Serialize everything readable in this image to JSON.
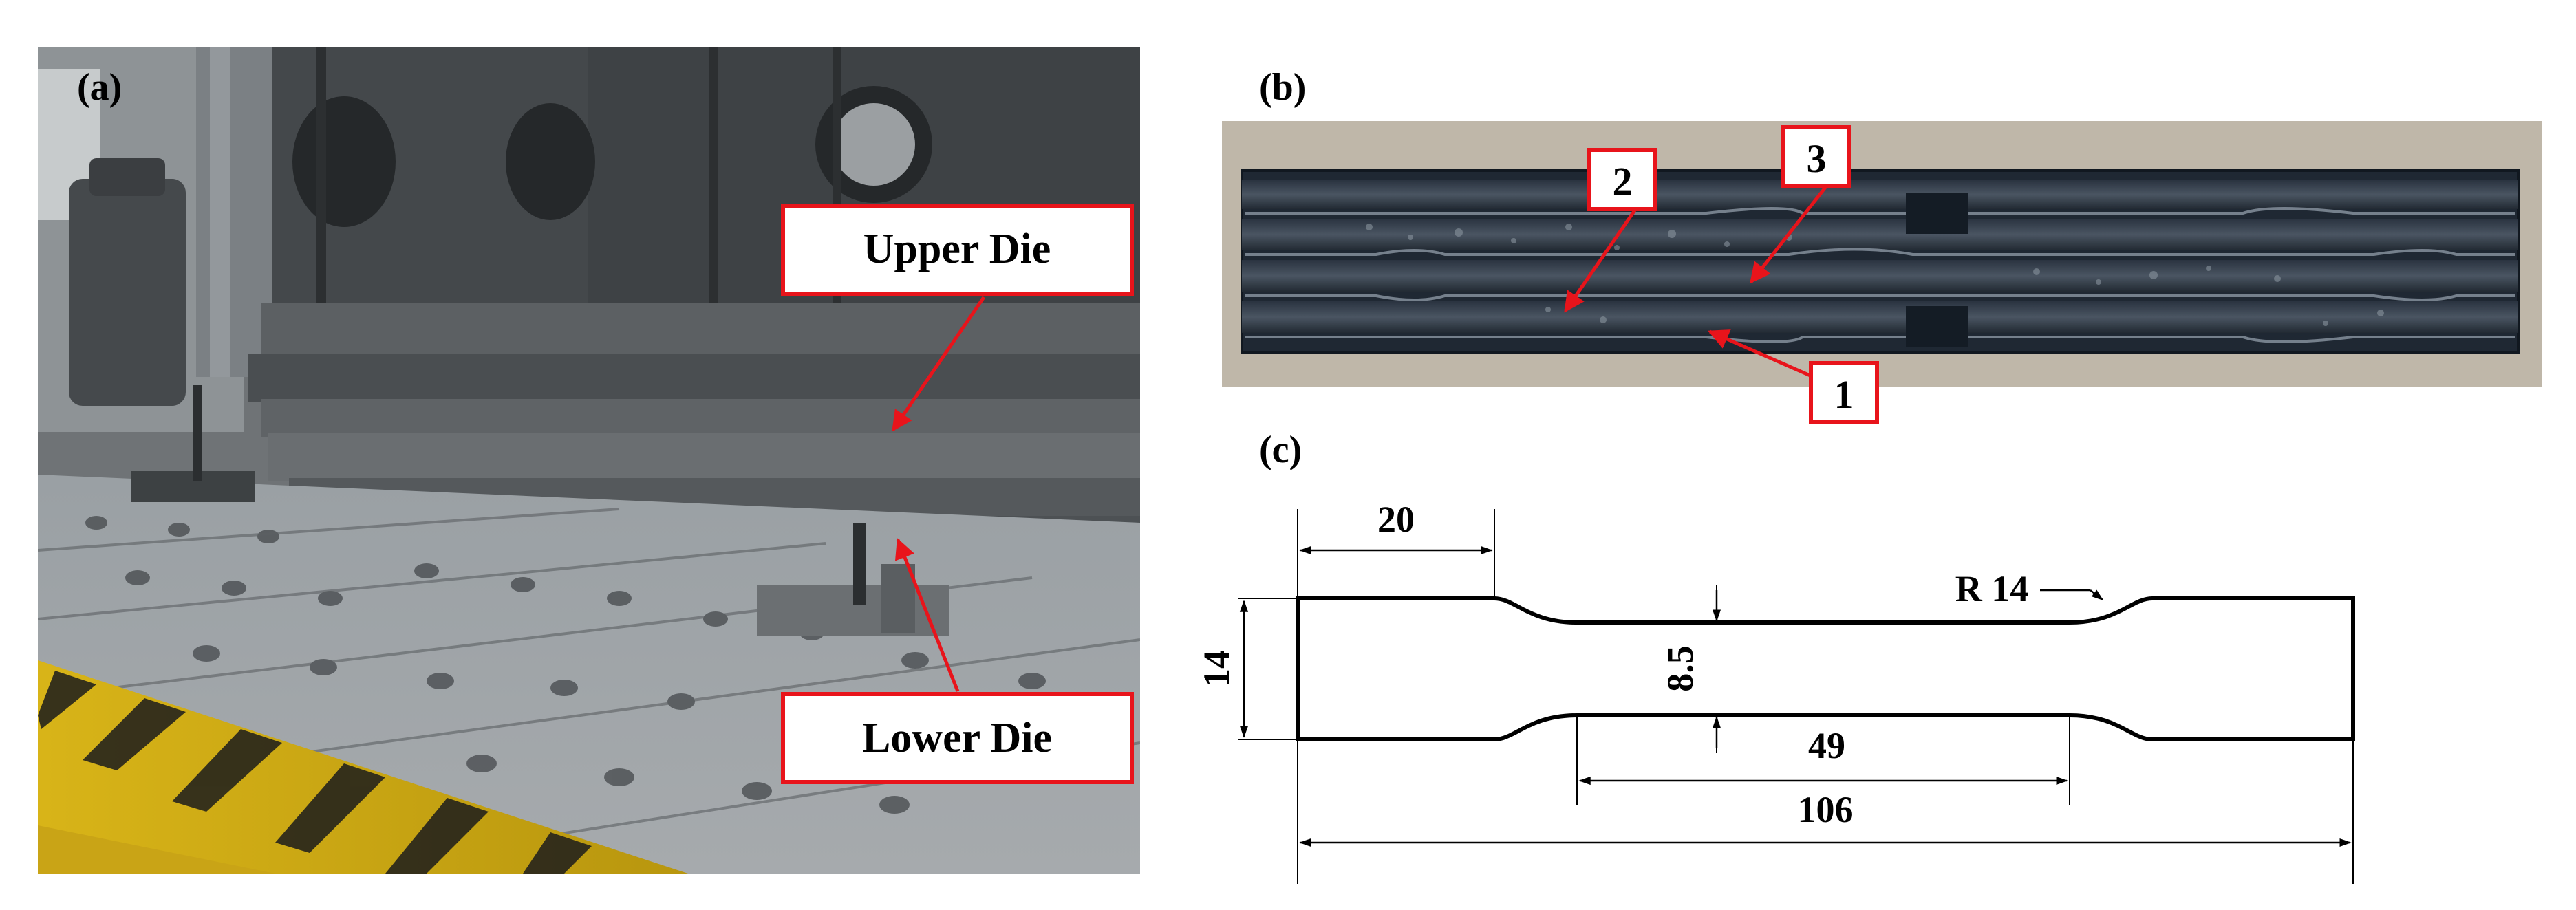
{
  "panels": {
    "a": {
      "label": "(a)",
      "callouts": {
        "upper": "Upper Die",
        "lower": "Lower Die"
      }
    },
    "b": {
      "label": "(b)",
      "markers": [
        "1",
        "2",
        "3"
      ]
    },
    "c": {
      "label": "(c)",
      "dims": {
        "grip_length": "20",
        "width": "14",
        "gauge_width": "8.5",
        "radius": "R 14",
        "parallel_length": "49",
        "total_length": "106"
      }
    }
  },
  "colors": {
    "callout_red": "#e8141b",
    "line": "#000000"
  }
}
